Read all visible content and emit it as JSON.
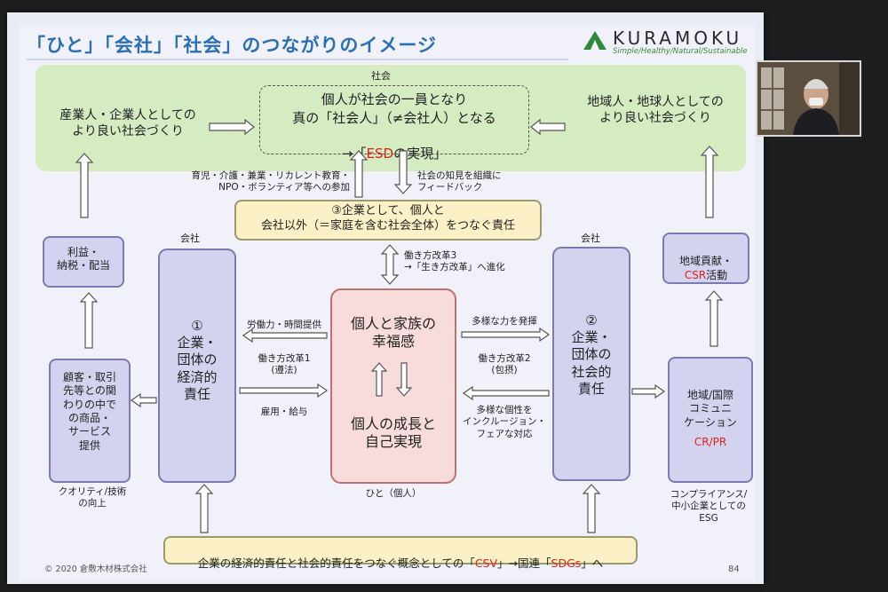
{
  "title": "「ひと」「会社」「社会」のつながりのイメージ",
  "brand": {
    "name": "KURAMOKU",
    "tagline": "Simple/Healthy/Natural/Sustainable"
  },
  "society_label": "社会",
  "top_center": {
    "line1": "個人が社会の一員となり",
    "line2": "真の「社会人」（≠会社人）となる",
    "line3_pre": "→「",
    "line3_red": "ESD",
    "line3_post": "の実現」"
  },
  "top_left": "産業人・企業人としての\nより良い社会づくり",
  "top_right": "地域人・地球人としての\nより良い社会づくり",
  "left_note": "育児・介護・兼業・リカレント教育・\nNPO・ボランティア等への参加",
  "right_note": "社会の知見を組織に\nフィードバック",
  "yellow_box": "③企業として、個人と\n会社以外（＝家庭を含む社会全体）をつなぐ責任",
  "reform3": "働き方改革3\n→「生き方改革」へ進化",
  "company_left_label": "会社",
  "company_right_label": "会社",
  "company1": "①\n企業・\n団体の\n経済的\n責任",
  "company2": "②\n企業・\n団体の\n社会的\n責任",
  "profit": "利益・\n納税・配当",
  "customer": "顧客・取引\n先等との関\nわりの中で\nの商品・\nサービス\n提供",
  "quality": "クオリティ/技術\nの向上",
  "csr_pre": "地域貢献・",
  "csr_red": "CSR",
  "csr_post": "活動",
  "regional": "地域/国際\nコミュニ\nケーション",
  "regional_red": "CR/PR",
  "compliance": "コンプライアンス/\n中小企業としての\nESG",
  "center_top": "個人と家族の\n幸福感",
  "center_bottom": "個人の成長と\n自己実現",
  "person_label": "ひと（個人）",
  "labor": "労働力・時間提供",
  "reform1": "働き方改革1\n(遵法)",
  "employment": "雇用・給与",
  "diverse_power": "多様な力を発揮",
  "reform2": "働き方改革2\n(包摂)",
  "inclusion": "多様な個性を\nインクルージョン・\nフェアな対応",
  "bottom": {
    "pre": "企業の経済的責任と社会的責任をつなぐ概念としての「",
    "red1": "CSV",
    "mid": "」→国連「",
    "red2": "SDGs",
    "post": "」へ"
  },
  "copyright": "© 2020 倉敷木材株式会社",
  "page_number": "84",
  "colors": {
    "title": "#2b6fb6",
    "green_band": "#d5ebc2",
    "purple": "#d3d3f0",
    "pink": "#f8dcdc",
    "yellow": "#fbf0c6",
    "red": "#e0201a"
  }
}
